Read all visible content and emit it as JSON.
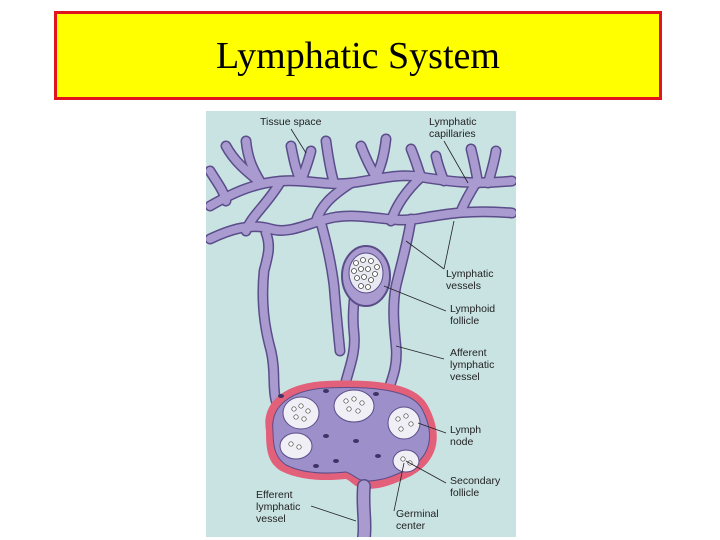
{
  "title": "Lymphatic System",
  "colors": {
    "background": "#c9e3e3",
    "vessel": "#a99bd0",
    "vessel_outline": "#5b4d8a",
    "node_capsule": "#e3607a",
    "title_fill": "#ffff00",
    "title_border": "#e0141e"
  },
  "labels": {
    "tissue_space": "Tissue space",
    "lymphatic_capillaries": [
      "Lymphatic",
      "capillaries"
    ],
    "lymphatic_vessels": [
      "Lymphatic",
      "vessels"
    ],
    "lymphoid_follicle": [
      "Lymphoid",
      "follicle"
    ],
    "afferent_vessel": [
      "Afferent",
      "lymphatic",
      "vessel"
    ],
    "lymph_node": [
      "Lymph",
      "node"
    ],
    "secondary_follicle": [
      "Secondary",
      "follicle"
    ],
    "efferent_vessel": [
      "Efferent",
      "lymphatic",
      "vessel"
    ],
    "germinal_center": [
      "Germinal",
      "center"
    ]
  }
}
